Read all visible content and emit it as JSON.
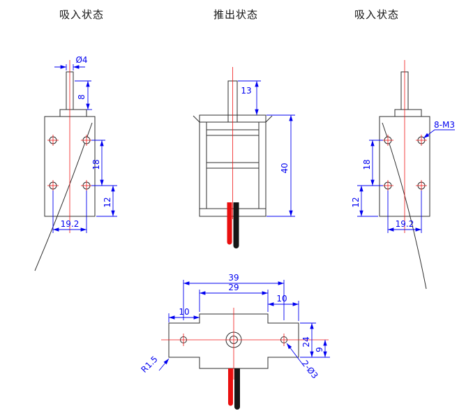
{
  "titles": {
    "left": "吸入状态",
    "middle": "推出状态",
    "right": "吸入状态"
  },
  "views": {
    "left": {
      "dims": {
        "rod_diameter": "Ø4",
        "rod_length": "8",
        "hole_spacing_v": "18",
        "hole_to_bottom": "12",
        "hole_spacing_h": "19.2"
      }
    },
    "middle": {
      "dims": {
        "stroke": "13",
        "body_height": "40"
      }
    },
    "right": {
      "dims": {
        "thread_callout": "8-M3",
        "hole_spacing_v": "18",
        "hole_to_bottom": "12",
        "hole_spacing_h": "19.2"
      }
    },
    "bottom": {
      "dims": {
        "overall_width": "39",
        "body_width": "29",
        "tab_width_right": "10",
        "tab_width_left": "10",
        "body_depth": "24",
        "hole_offset": "9",
        "corner_radius": "R1.5",
        "hole_callout": "2-Ø3"
      }
    }
  },
  "colors": {
    "dimension_blue": "#0000f0",
    "centerline_red": "#f01414",
    "outline_black": "#2e2e2e",
    "wire_red": "#e90f0f",
    "wire_black": "#161616",
    "background": "#ffffff"
  }
}
